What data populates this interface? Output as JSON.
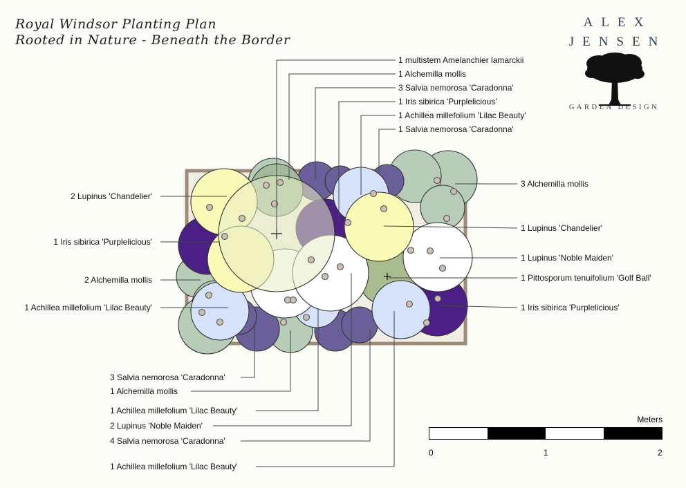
{
  "title": {
    "line1": "Royal Windsor Planting Plan",
    "line2": "Rooted in Nature - Beneath the Border"
  },
  "logo": {
    "line1": "ALEX",
    "line2": "JENSEN",
    "line3": "GARDEN DESIGN"
  },
  "colors": {
    "alchemilla": "#b7cdb8",
    "alchemilla_dark": "#a3bb9c",
    "salvia": "#6a5f99",
    "iris": "#4b1f86",
    "lupinus_chandelier": "#fafbb7",
    "lupinus_noble": "#ffffff",
    "achillea": "#d5e2fa",
    "pittosporum": "#a9bc8f",
    "bed_border": "#9e8b7c",
    "outline": "#333333"
  },
  "labels": [
    {
      "text": "1 multistem Amelanchier lamarckii",
      "side": "top"
    },
    {
      "text": "1 Alchemilla mollis",
      "side": "top"
    },
    {
      "text": "3 Salvia nemorosa 'Caradonna'",
      "side": "top"
    },
    {
      "text": "1 Iris sibirica 'Purplelicious'",
      "side": "top"
    },
    {
      "text": "1 Achillea millefolium 'Lilac Beauty'",
      "side": "top"
    },
    {
      "text": "1 Salvia nemorosa 'Caradonna'",
      "side": "top"
    },
    {
      "text": "2 Lupinus 'Chandelier'",
      "side": "left"
    },
    {
      "text": "1 Iris sibirica 'Purplelicious'",
      "side": "left"
    },
    {
      "text": "2 Alchemilla mollis",
      "side": "left"
    },
    {
      "text": "1 Achillea millefolium 'Lilac Beauty'",
      "side": "left"
    },
    {
      "text": "3 Alchemilla mollis",
      "side": "right"
    },
    {
      "text": "1 Lupinus 'Chandelier'",
      "side": "right"
    },
    {
      "text": "1 Lupinus 'Noble Maiden'",
      "side": "right"
    },
    {
      "text": "1 Pittosporum tenuifolium 'Golf Ball'",
      "side": "right"
    },
    {
      "text": "1 Iris sibirica 'Purplelicious'",
      "side": "right"
    },
    {
      "text": "3 Salvia nemorosa 'Caradonna'",
      "side": "bottom"
    },
    {
      "text": "1 Alchemilla mollis",
      "side": "bottom"
    },
    {
      "text": "1 Achillea millefolium 'Lilac Beauty'",
      "side": "bottom"
    },
    {
      "text": "2 Lupinus 'Noble Maiden'",
      "side": "bottom"
    },
    {
      "text": "4 Salvia nemorosa 'Caradonna'",
      "side": "bottom"
    },
    {
      "text": "1 Achillea millefolium 'Lilac Beauty'",
      "side": "bottom"
    }
  ],
  "scale": {
    "unit": "Meters",
    "ticks": [
      "0",
      "1",
      "2"
    ]
  }
}
